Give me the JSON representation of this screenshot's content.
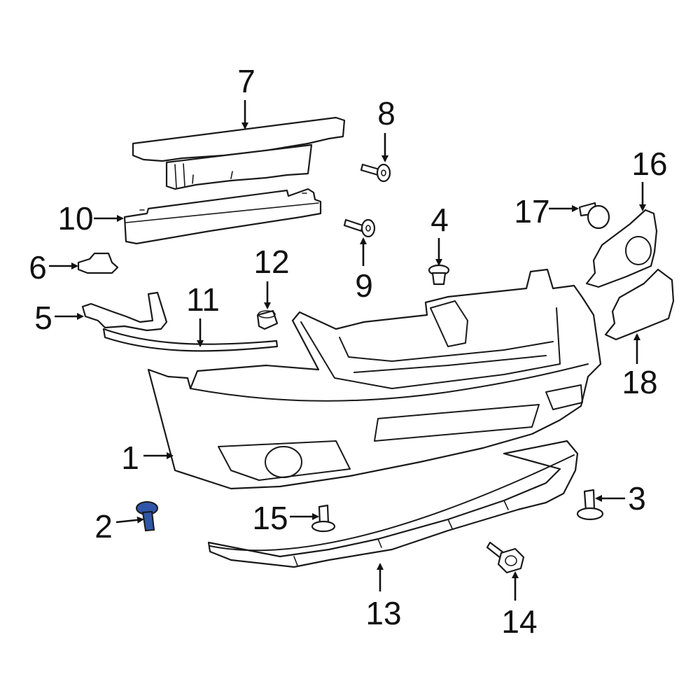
{
  "diagram": {
    "highlight_color": "#2f56a8",
    "highlighted_part": "2",
    "callouts": {
      "c1": "1",
      "c2": "2",
      "c3": "3",
      "c4": "4",
      "c5": "5",
      "c6": "6",
      "c7": "7",
      "c8": "8",
      "c9": "9",
      "c10": "10",
      "c11": "11",
      "c12": "12",
      "c13": "13",
      "c14": "14",
      "c15": "15",
      "c16": "16",
      "c17": "17",
      "c18": "18"
    }
  }
}
